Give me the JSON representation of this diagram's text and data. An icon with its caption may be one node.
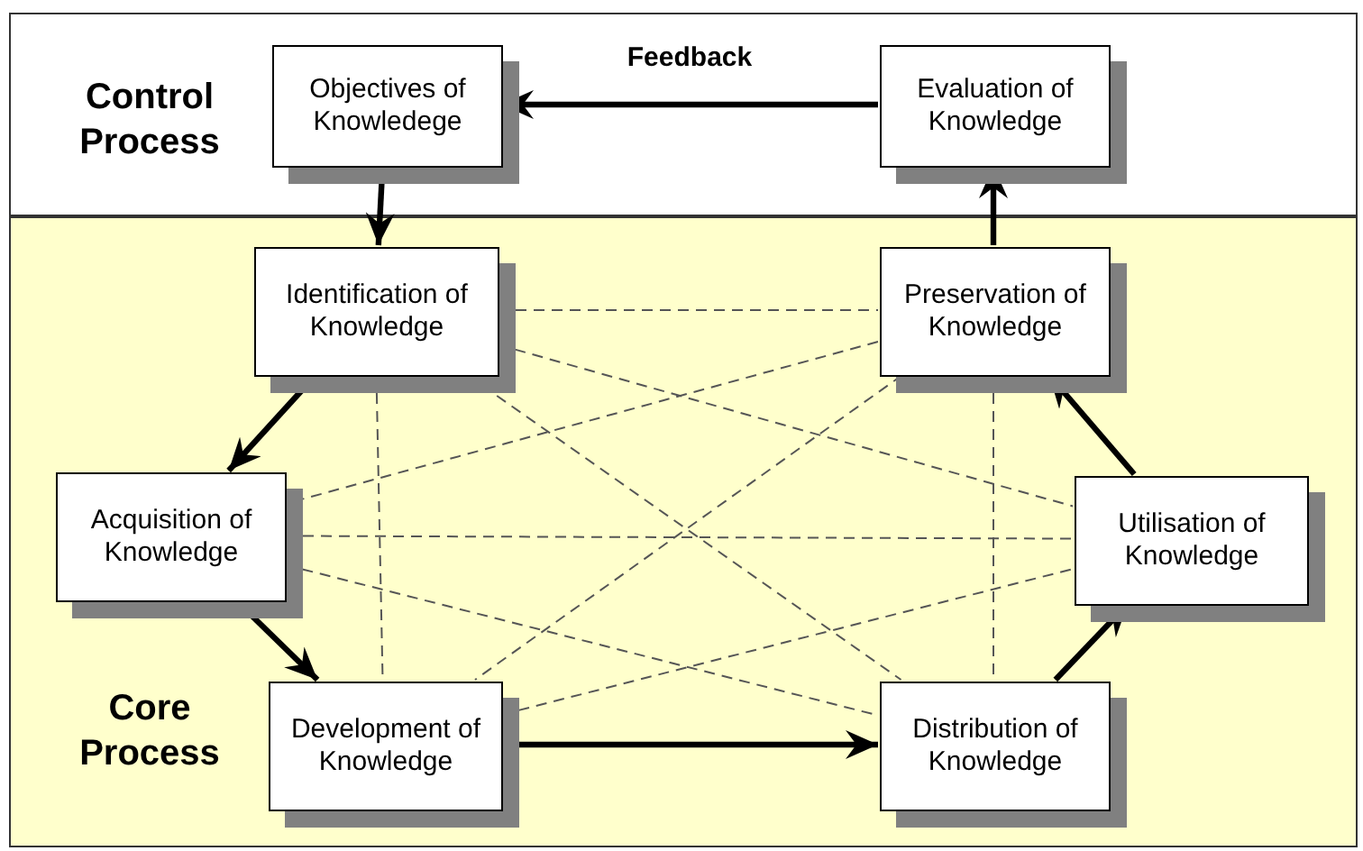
{
  "diagram": {
    "nodes": [
      {
        "text": [
          "Control Process"
        ]
      },
      {
        "text": [
          "Objectives of Knowledege"
        ],
        "in": 0
      },
      {
        "text": [
          "Evaluation of Knowledge"
        ],
        "in": 0
      },
      {
        "text": [
          "Core Process"
        ]
      },
      {
        "text": [
          "Identification of Knowledge"
        ],
        "in": 3
      },
      {
        "text": [
          "Preservation of Knowledge"
        ],
        "in": 3
      },
      {
        "text": [
          "Acquisition of Knowledge"
        ],
        "in": 3
      },
      {
        "text": [
          "Utilisation of Knowledge"
        ],
        "in": 3
      },
      {
        "text": [
          "Development of Knowledge"
        ],
        "in": 3
      },
      {
        "text": [
          "Distribution of Knowledge"
        ],
        "in": 3
      }
    ],
    "edges": [
      {
        "from": 2,
        "to": 1,
        "arrow": "to",
        "label": "Feedback",
        "style": "thick"
      },
      {
        "from": 1,
        "to": 4,
        "arrow": "to",
        "style": "thick"
      },
      {
        "from": 4,
        "to": 6,
        "arrow": "to",
        "style": "thick"
      },
      {
        "from": 6,
        "to": 8,
        "arrow": "to",
        "style": "thick"
      },
      {
        "from": 8,
        "to": 9,
        "arrow": "to",
        "style": "thick"
      },
      {
        "from": 9,
        "to": 7,
        "arrow": "to",
        "style": "thick"
      },
      {
        "from": 7,
        "to": 5,
        "arrow": "to",
        "style": "thick"
      },
      {
        "from": 5,
        "to": 2,
        "arrow": "to",
        "style": "thick"
      },
      {
        "from": 4,
        "to": 5,
        "arrow": "none",
        "style": "dashed"
      },
      {
        "from": 4,
        "to": 8,
        "arrow": "none",
        "style": "dashed"
      },
      {
        "from": 4,
        "to": 9,
        "arrow": "none",
        "style": "dashed"
      },
      {
        "from": 4,
        "to": 7,
        "arrow": "none",
        "style": "dashed"
      },
      {
        "from": 5,
        "to": 6,
        "arrow": "none",
        "style": "dashed"
      },
      {
        "from": 5,
        "to": 8,
        "arrow": "none",
        "style": "dashed"
      },
      {
        "from": 5,
        "to": 9,
        "arrow": "none",
        "style": "dashed"
      },
      {
        "from": 6,
        "to": 7,
        "arrow": "none",
        "style": "dashed"
      },
      {
        "from": 6,
        "to": 9,
        "arrow": "none",
        "style": "dashed"
      },
      {
        "from": 8,
        "to": 7,
        "arrow": "none",
        "style": "dashed"
      }
    ]
  }
}
